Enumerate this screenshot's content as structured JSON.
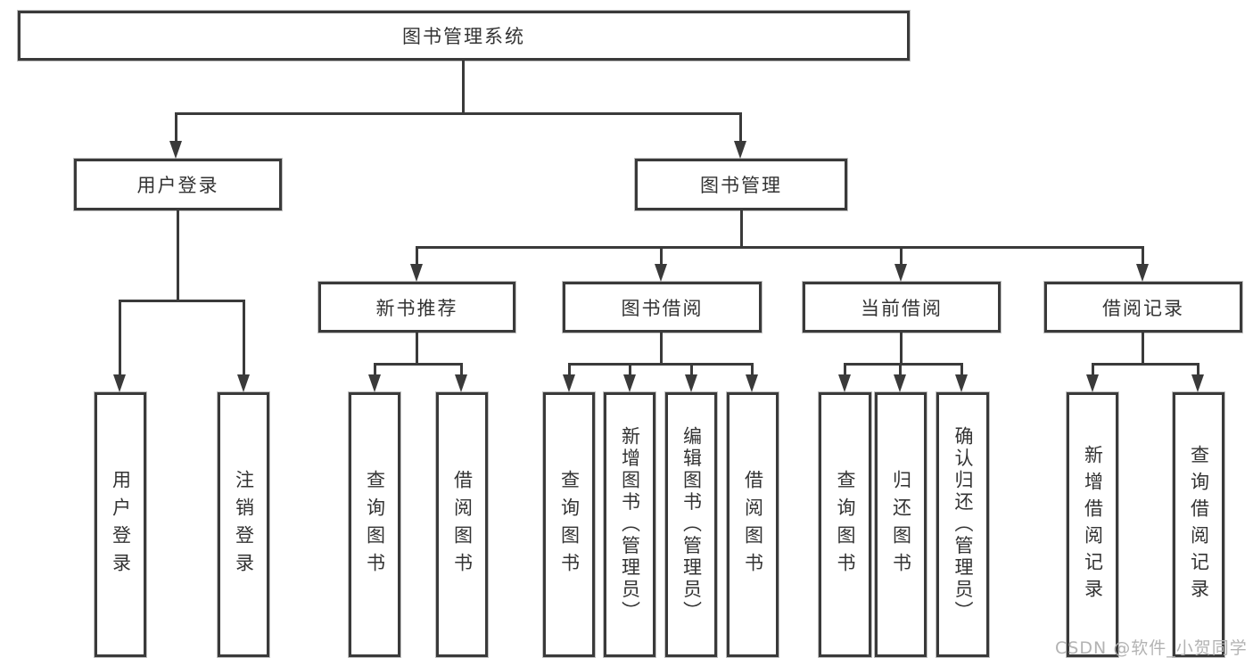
{
  "diagram": {
    "type": "hierarchy-diagram",
    "title": "图书管理系统",
    "watermark": "CSDN @软件_小贺同学",
    "colors": {
      "line": "#3a3a3a",
      "background": "#ffffff",
      "watermark": "#b3b3b3"
    },
    "nodes": {
      "root": {
        "label": "图书管理系统",
        "children": [
          "user_login",
          "book_mgmt"
        ]
      },
      "user_login": {
        "label": "用户登录",
        "children": [
          "leaf_user_login",
          "leaf_logout"
        ]
      },
      "book_mgmt": {
        "label": "图书管理",
        "children": [
          "new_book_rec",
          "book_borrow",
          "current_borrow",
          "borrow_records"
        ]
      },
      "new_book_rec": {
        "label": "新书推荐",
        "children": [
          "leaf_query_book_1",
          "leaf_borrow_book_1"
        ]
      },
      "book_borrow": {
        "label": "图书借阅",
        "children": [
          "leaf_query_book_2",
          "leaf_add_book",
          "leaf_edit_book",
          "leaf_borrow_book_2"
        ]
      },
      "current_borrow": {
        "label": "当前借阅",
        "children": [
          "leaf_query_book_3",
          "leaf_return_book",
          "leaf_confirm_return"
        ]
      },
      "borrow_records": {
        "label": "借阅记录",
        "children": [
          "leaf_add_borrow_record",
          "leaf_query_borrow_record"
        ]
      },
      "leaf_user_login": {
        "label": "用户登录"
      },
      "leaf_logout": {
        "label": "注销登录"
      },
      "leaf_query_book_1": {
        "label": "查询图书"
      },
      "leaf_borrow_book_1": {
        "label": "借阅图书"
      },
      "leaf_query_book_2": {
        "label": "查询图书"
      },
      "leaf_add_book": {
        "label": "新增图书（管理员）"
      },
      "leaf_edit_book": {
        "label": "编辑图书（管理员）"
      },
      "leaf_borrow_book_2": {
        "label": "借阅图书"
      },
      "leaf_query_book_3": {
        "label": "查询图书"
      },
      "leaf_return_book": {
        "label": "归还图书"
      },
      "leaf_confirm_return": {
        "label": "确认归还（管理员）"
      },
      "leaf_add_borrow_record": {
        "label": "新增借阅记录"
      },
      "leaf_query_borrow_record": {
        "label": "查询借阅记录"
      }
    }
  }
}
